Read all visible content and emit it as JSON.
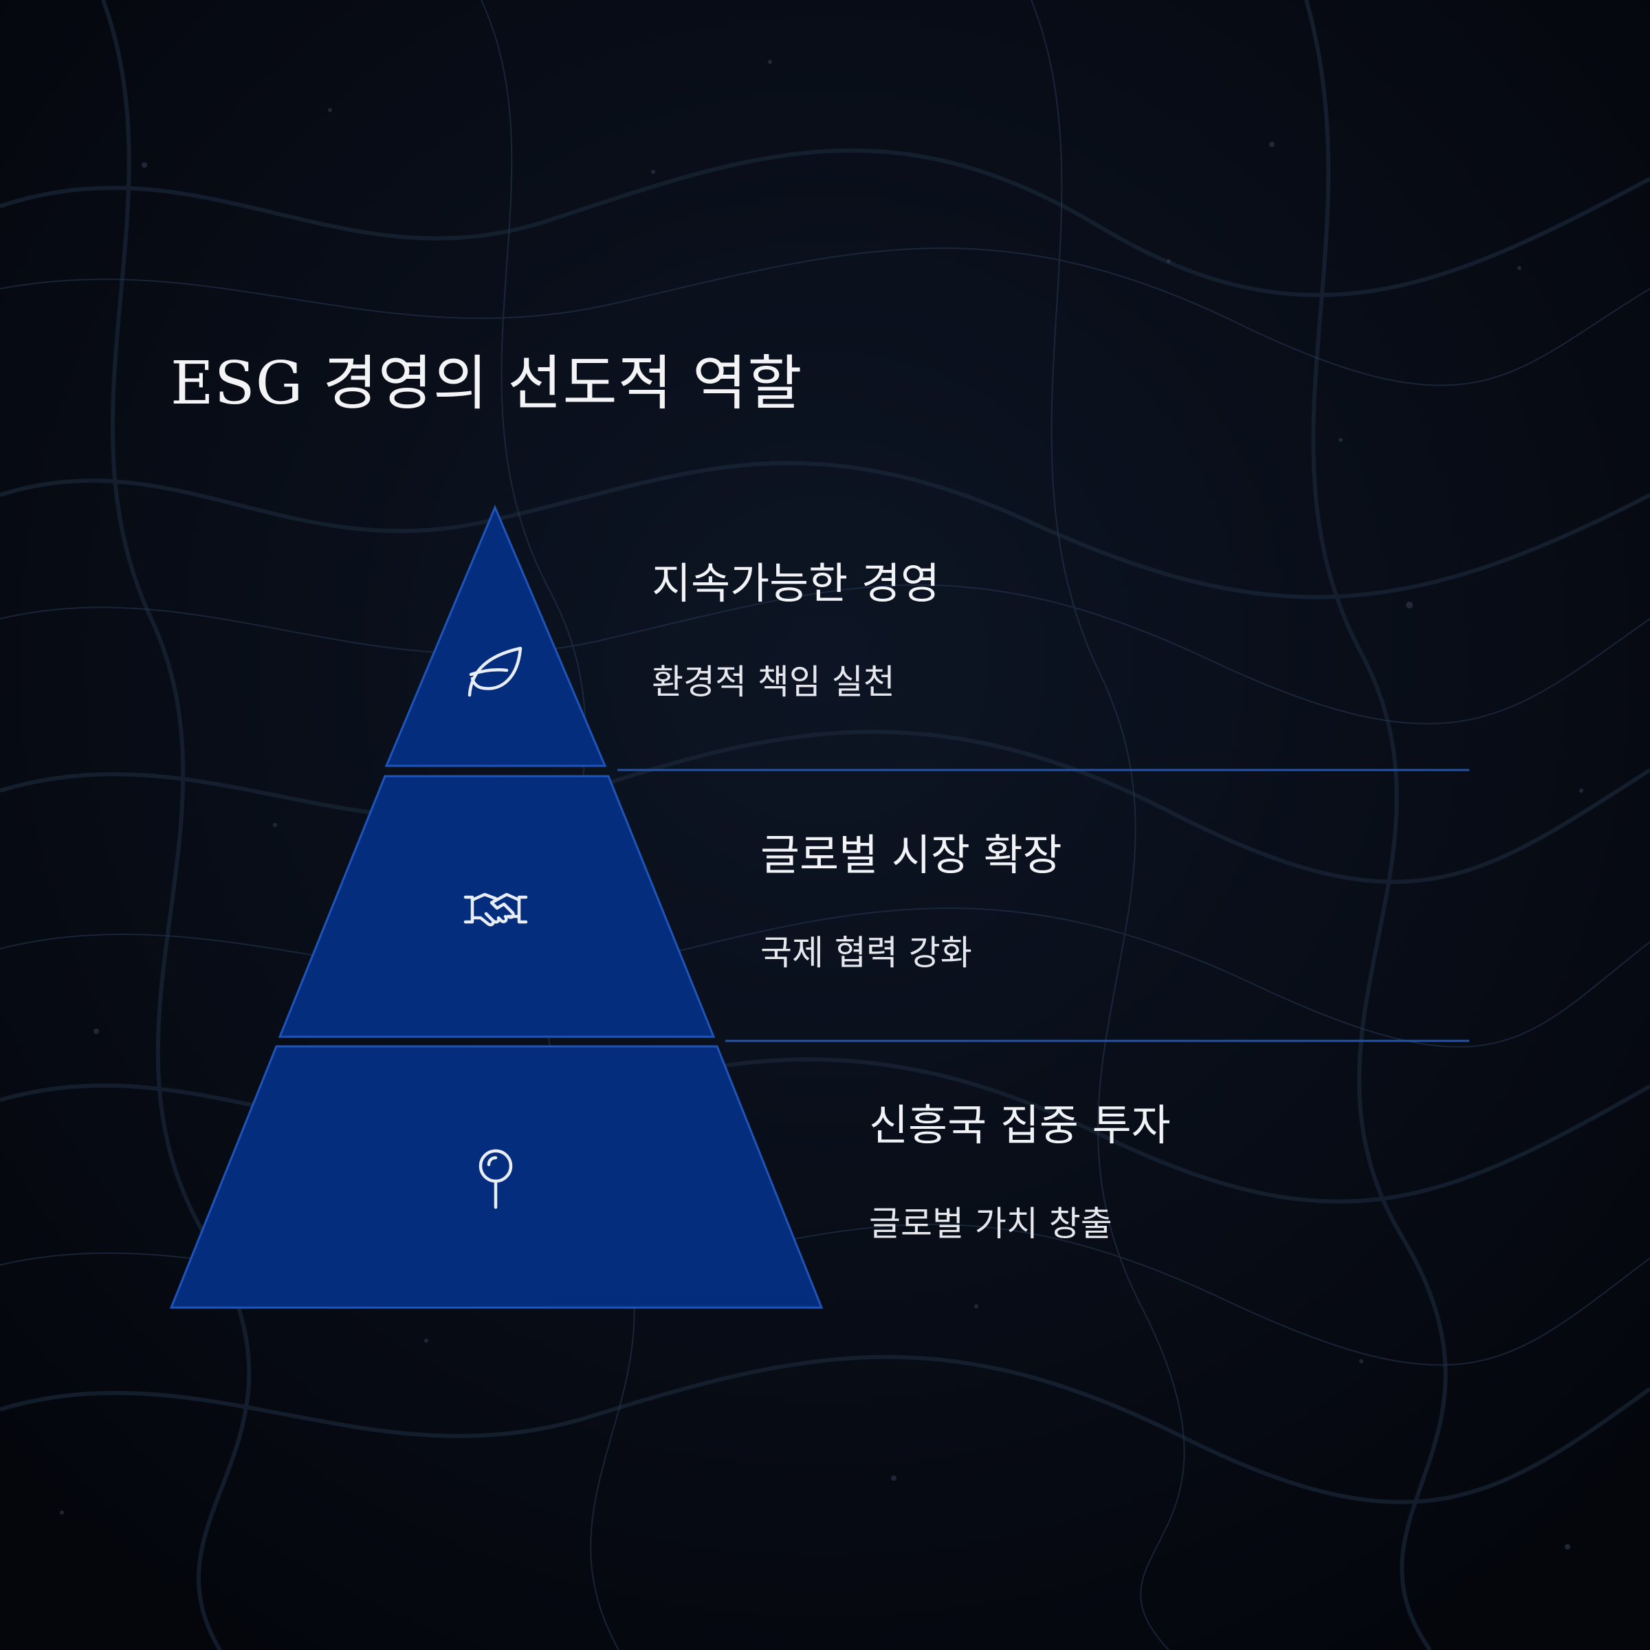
{
  "title": "ESG 경영의 선도적 역할",
  "colors": {
    "background": "#05080f",
    "pyramid_fill": "#042d7e",
    "pyramid_stroke": "#1f55b8",
    "divider": "#2553a6",
    "text": "#f2f3f6"
  },
  "levels": [
    {
      "icon": "leaf-icon",
      "title": "지속가능한 경영",
      "subtitle": "환경적 책임 실천"
    },
    {
      "icon": "handshake-icon",
      "title": "글로벌 시장 확장",
      "subtitle": "국제 협력 강화"
    },
    {
      "icon": "map-pin-icon",
      "title": "신흥국 집중 투자",
      "subtitle": "글로벌 가치 창출"
    }
  ]
}
